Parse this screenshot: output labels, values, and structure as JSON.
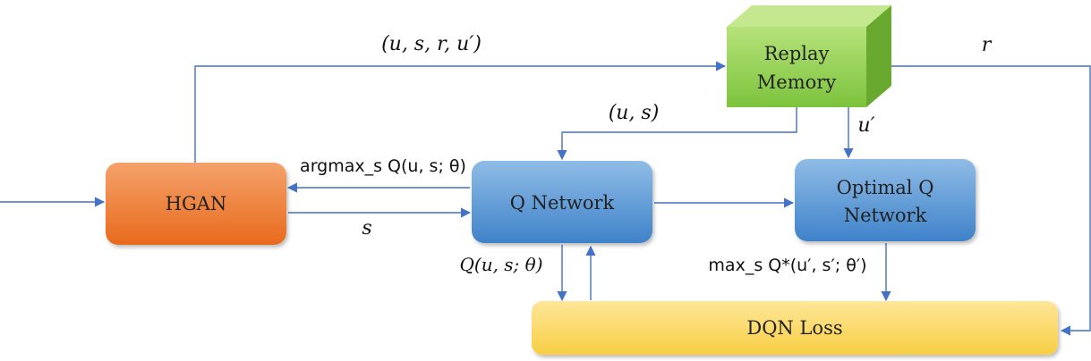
{
  "nodes": {
    "hgan": {
      "label": "HGAN",
      "color": "#ed7d31"
    },
    "q_network": {
      "label": "Q Network",
      "color": "#5b9bd5"
    },
    "optimal_q": {
      "label_line1": "Optimal Q",
      "label_line2": "Network",
      "color": "#5b9bd5"
    },
    "replay_memory": {
      "label_line1": "Replay",
      "label_line2": "Memory",
      "color": "#92d050"
    },
    "dqn_loss": {
      "label": "DQN Loss",
      "color": "#ffd966"
    }
  },
  "edge_labels": {
    "hgan_to_replay": "(u, s, r, u′)",
    "replay_to_loss": "r",
    "replay_to_q": "(u, s)",
    "replay_to_optimal": "u′",
    "q_to_hgan": "argmax_s Q(u, s; θ)",
    "hgan_to_q": "s",
    "q_to_loss": "Q(u, s; θ)",
    "optimal_to_loss": "max_s Q*(u′, s′; θ′)"
  },
  "colors": {
    "edge": "#4472c4"
  }
}
